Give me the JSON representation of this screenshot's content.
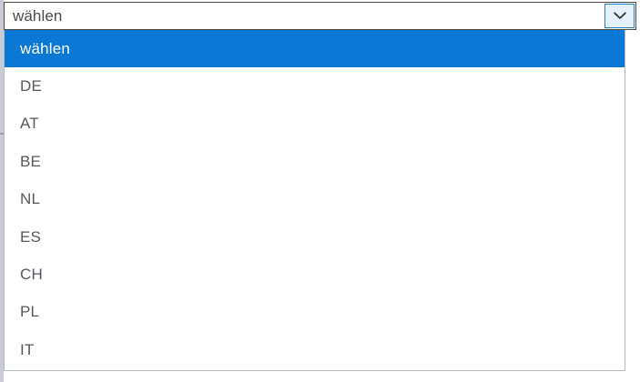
{
  "combobox": {
    "value": "wählen",
    "placeholder": "wählen",
    "dropdown_icon": "chevron-down-icon",
    "expanded": true,
    "colors": {
      "highlight": "#0a78d4",
      "button_fill": "#e4f0fb",
      "button_border": "#2879c8",
      "field_border": "#4d4940",
      "list_border": "#b6bac2",
      "option_text": "#54585e",
      "selected_text": "#ffffff"
    }
  },
  "options": [
    {
      "label": "wählen",
      "selected": true
    },
    {
      "label": "DE",
      "selected": false
    },
    {
      "label": "AT",
      "selected": false
    },
    {
      "label": "BE",
      "selected": false
    },
    {
      "label": "NL",
      "selected": false
    },
    {
      "label": "ES",
      "selected": false
    },
    {
      "label": "CH",
      "selected": false
    },
    {
      "label": "PL",
      "selected": false
    },
    {
      "label": "IT",
      "selected": false
    }
  ]
}
